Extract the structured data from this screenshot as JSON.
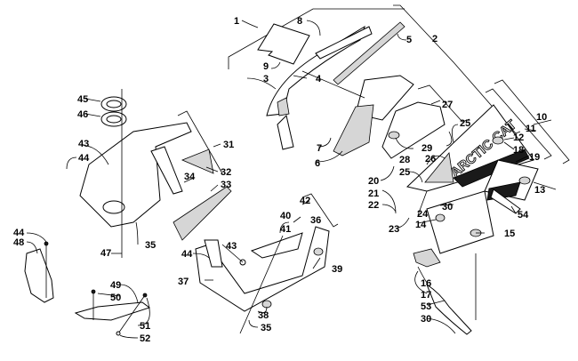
{
  "diagram": {
    "title": "Hood and Belly Pan Assembly",
    "brand_decal_text": "ARCTIC CAT",
    "callouts": [
      {
        "id": "c1",
        "label": "1"
      },
      {
        "id": "c2",
        "label": "2"
      },
      {
        "id": "c3",
        "label": "3"
      },
      {
        "id": "c4",
        "label": "4"
      },
      {
        "id": "c5",
        "label": "5"
      },
      {
        "id": "c6",
        "label": "6"
      },
      {
        "id": "c7",
        "label": "7"
      },
      {
        "id": "c8",
        "label": "8"
      },
      {
        "id": "c9",
        "label": "9"
      },
      {
        "id": "c10",
        "label": "10"
      },
      {
        "id": "c11",
        "label": "11"
      },
      {
        "id": "c12",
        "label": "12"
      },
      {
        "id": "c13",
        "label": "13"
      },
      {
        "id": "c14",
        "label": "14"
      },
      {
        "id": "c15",
        "label": "15"
      },
      {
        "id": "c16",
        "label": "16"
      },
      {
        "id": "c17",
        "label": "17"
      },
      {
        "id": "c18",
        "label": "18"
      },
      {
        "id": "c19",
        "label": "19"
      },
      {
        "id": "c20",
        "label": "20"
      },
      {
        "id": "c21",
        "label": "21"
      },
      {
        "id": "c22",
        "label": "22"
      },
      {
        "id": "c23",
        "label": "23"
      },
      {
        "id": "c24",
        "label": "24"
      },
      {
        "id": "c25a",
        "label": "25"
      },
      {
        "id": "c25b",
        "label": "25"
      },
      {
        "id": "c26",
        "label": "26"
      },
      {
        "id": "c27",
        "label": "27"
      },
      {
        "id": "c28",
        "label": "28"
      },
      {
        "id": "c29",
        "label": "29"
      },
      {
        "id": "c30a",
        "label": "30"
      },
      {
        "id": "c30b",
        "label": "30"
      },
      {
        "id": "c31",
        "label": "31"
      },
      {
        "id": "c32",
        "label": "32"
      },
      {
        "id": "c33",
        "label": "33"
      },
      {
        "id": "c34",
        "label": "34"
      },
      {
        "id": "c35a",
        "label": "35"
      },
      {
        "id": "c35b",
        "label": "35"
      },
      {
        "id": "c36",
        "label": "36"
      },
      {
        "id": "c37",
        "label": "37"
      },
      {
        "id": "c38",
        "label": "38"
      },
      {
        "id": "c39",
        "label": "39"
      },
      {
        "id": "c40",
        "label": "40"
      },
      {
        "id": "c41",
        "label": "41"
      },
      {
        "id": "c42",
        "label": "42"
      },
      {
        "id": "c43a",
        "label": "43"
      },
      {
        "id": "c43b",
        "label": "43"
      },
      {
        "id": "c44a",
        "label": "44"
      },
      {
        "id": "c44b",
        "label": "44"
      },
      {
        "id": "c44c",
        "label": "44"
      },
      {
        "id": "c45",
        "label": "45"
      },
      {
        "id": "c46",
        "label": "46"
      },
      {
        "id": "c47",
        "label": "47"
      },
      {
        "id": "c48",
        "label": "48"
      },
      {
        "id": "c49",
        "label": "49"
      },
      {
        "id": "c50",
        "label": "50"
      },
      {
        "id": "c51",
        "label": "51"
      },
      {
        "id": "c52",
        "label": "52"
      },
      {
        "id": "c53",
        "label": "53"
      },
      {
        "id": "c54",
        "label": "54"
      }
    ]
  }
}
